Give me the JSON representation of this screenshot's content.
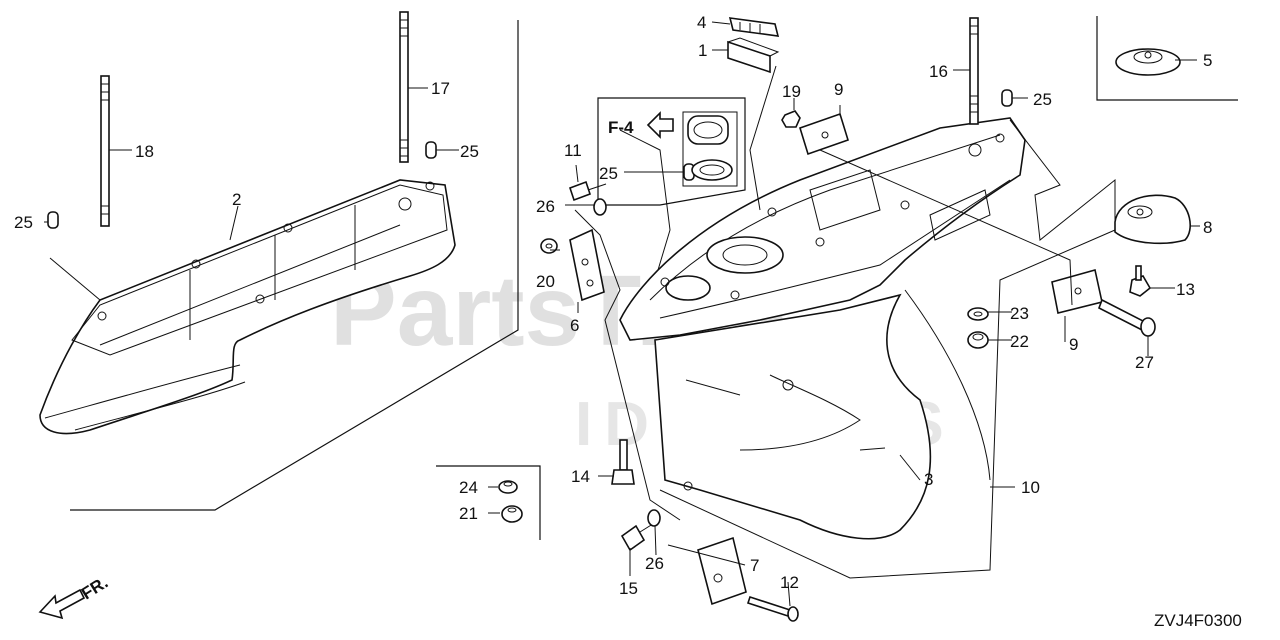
{
  "watermark": {
    "line1": "PartsTree",
    "line2": "ID PARTS"
  },
  "diagram_code": "ZVJ4F0300",
  "ref_label": "F-4",
  "direction_label": "FR.",
  "callouts": [
    {
      "id": "c1",
      "text": "1"
    },
    {
      "id": "c2",
      "text": "2"
    },
    {
      "id": "c3",
      "text": "3"
    },
    {
      "id": "c4",
      "text": "4"
    },
    {
      "id": "c5",
      "text": "5"
    },
    {
      "id": "c6",
      "text": "6"
    },
    {
      "id": "c7",
      "text": "7"
    },
    {
      "id": "c8",
      "text": "8"
    },
    {
      "id": "c9a",
      "text": "9"
    },
    {
      "id": "c9b",
      "text": "9"
    },
    {
      "id": "c10",
      "text": "10"
    },
    {
      "id": "c11",
      "text": "11"
    },
    {
      "id": "c12",
      "text": "12"
    },
    {
      "id": "c13",
      "text": "13"
    },
    {
      "id": "c14",
      "text": "14"
    },
    {
      "id": "c15",
      "text": "15"
    },
    {
      "id": "c16",
      "text": "16"
    },
    {
      "id": "c17",
      "text": "17"
    },
    {
      "id": "c18",
      "text": "18"
    },
    {
      "id": "c19",
      "text": "19"
    },
    {
      "id": "c20",
      "text": "20"
    },
    {
      "id": "c21",
      "text": "21"
    },
    {
      "id": "c22",
      "text": "22"
    },
    {
      "id": "c23",
      "text": "23"
    },
    {
      "id": "c24",
      "text": "24"
    },
    {
      "id": "c25a",
      "text": "25"
    },
    {
      "id": "c25b",
      "text": "25"
    },
    {
      "id": "c25c",
      "text": "25"
    },
    {
      "id": "c25d",
      "text": "25"
    },
    {
      "id": "c26a",
      "text": "26"
    },
    {
      "id": "c26b",
      "text": "26"
    },
    {
      "id": "c27",
      "text": "27"
    }
  ]
}
